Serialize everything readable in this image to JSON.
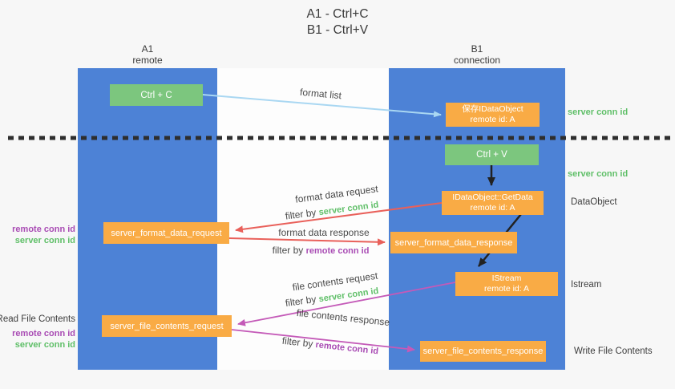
{
  "title": {
    "line1": "A1 - Ctrl+C",
    "line2": "B1 - Ctrl+V"
  },
  "lanes": {
    "left": {
      "name": "A1",
      "role": "remote"
    },
    "right": {
      "name": "B1",
      "role": "connection"
    }
  },
  "nodes": {
    "ctrl_c": "Ctrl + C",
    "ctrl_v": "Ctrl + V",
    "save_idataobject_line1": "保存IDataObject",
    "save_idataobject_line2": "remote id: A",
    "getdata_line1": "IDataObject::GetData",
    "getdata_line2": "remote id: A",
    "istream_line1": "IStream",
    "istream_line2": "remote id: A",
    "format_request": "server_format_data_request",
    "format_response": "server_format_data_response",
    "file_request": "server_file_contents_request",
    "file_response": "server_file_contents_response"
  },
  "flow_labels": {
    "format_list": "format list",
    "format_data_request": "format data request",
    "format_data_response": "format data response",
    "file_contents_request": "file contents request",
    "file_contents_response": "file contents response",
    "filter_by": "filter by",
    "server_conn_id": "server conn id",
    "remote_conn_id": "remote conn id"
  },
  "side_labels": {
    "right_server_conn_id_top": "server conn id",
    "right_server_conn_id_mid": "server conn id",
    "data_object": "DataObject",
    "istream": "Istream",
    "write_file_contents": "Write File Contents",
    "left_remote_conn_id_top": "remote conn id",
    "left_server_conn_id_top": "server conn id",
    "read_file_contents": "Read File Contents",
    "left_remote_conn_id_bottom": "remote conn id",
    "left_server_conn_id_bottom": "server conn id"
  },
  "colors": {
    "lane_blue": "#4d82d6",
    "box_green": "#7cc67e",
    "box_orange": "#f9ab45",
    "arrow_light_blue": "#a9d7f2",
    "arrow_red": "#e9605a",
    "arrow_magenta": "#c45ab8",
    "arrow_black": "#222222",
    "text_green": "#5fbf68",
    "text_purple": "#a94cb4",
    "text_dark": "#3d3d3d",
    "background": "#f7f7f7"
  }
}
